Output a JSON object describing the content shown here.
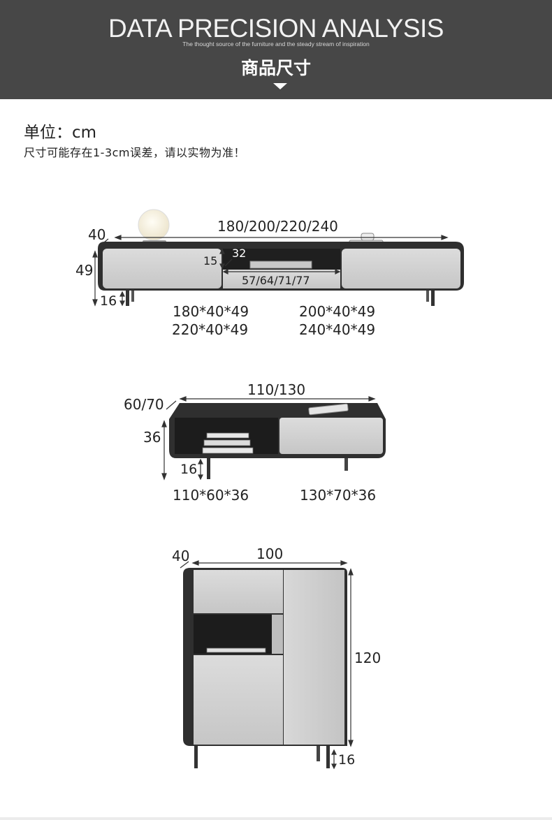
{
  "header": {
    "title": "DATA PRECISION ANALYSIS",
    "subtitle": "The thought source of the furniture and the steady stream of inspiration",
    "section_title": "商品尺寸"
  },
  "notes": {
    "unit": "单位：cm",
    "tolerance": "尺寸可能存在1-3cm误差，请以实物为准！"
  },
  "tv_cabinet": {
    "depth": "40",
    "length": "180/200/220/240",
    "height": "49",
    "leg_height": "16",
    "shelf_height": "15",
    "shelf_depth": "32",
    "shelf_width": "57/64/71/77",
    "sizes": [
      "180*40*49",
      "200*40*49",
      "220*40*49",
      "240*40*49"
    ]
  },
  "coffee_table": {
    "depth": "60/70",
    "length": "110/130",
    "height": "36",
    "leg_height": "16",
    "sizes": [
      "110*60*36",
      "130*70*36"
    ]
  },
  "side_cabinet": {
    "depth": "40",
    "width": "100",
    "height": "120",
    "leg_height": "16"
  },
  "colors": {
    "header_bg": "#474747",
    "frame": "#2f2f2f",
    "panel": "#cfcfcf"
  }
}
